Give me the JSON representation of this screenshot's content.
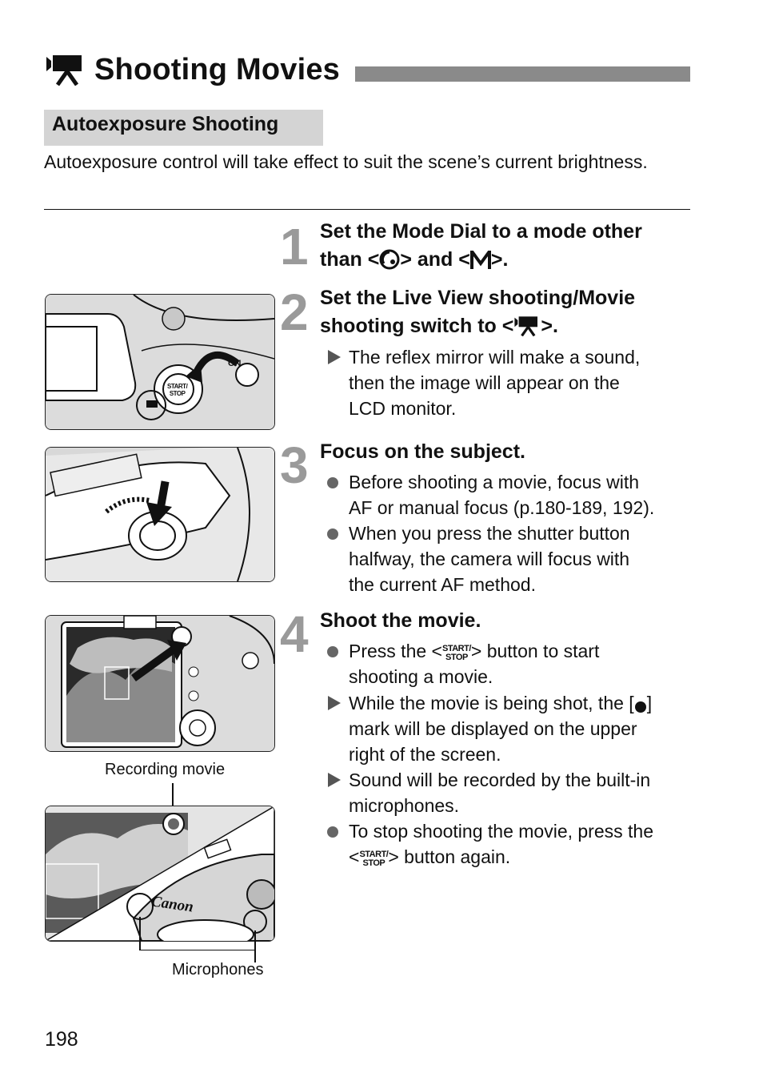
{
  "header": {
    "title": "Shooting Movies",
    "title_icon": "movie-camera-icon"
  },
  "section": {
    "heading": "Autoexposure Shooting",
    "intro": "Autoexposure control will take effect to suit the scene’s current brightness."
  },
  "steps": [
    {
      "number": "1",
      "title_line1": "Set the Mode Dial to a mode other",
      "title_pre": "than <",
      "title_mid": "> and <",
      "title_post": ">.",
      "icons": [
        "creative-auto-icon",
        "manual-mode-icon"
      ]
    },
    {
      "number": "2",
      "title_line1": "Set the Live View shooting/Movie",
      "title_line2_pre": "shooting switch to <",
      "title_line2_post": ">.",
      "bullets": [
        {
          "type": "result",
          "lines": [
            "The reflex mirror will make a sound,",
            "then the image will appear on the",
            "LCD monitor."
          ]
        }
      ]
    },
    {
      "number": "3",
      "title": "Focus on the subject.",
      "bullets": [
        {
          "type": "action",
          "lines": [
            "Before shooting a movie, focus with",
            "AF or manual focus (p.180-189, 192)."
          ]
        },
        {
          "type": "action",
          "lines": [
            "When you press the shutter button",
            "halfway, the camera will focus with",
            "the current AF method."
          ]
        }
      ]
    },
    {
      "number": "4",
      "title": "Shoot the movie.",
      "b1_pre": "Press the <",
      "b1_post": "> button to start",
      "b1_line2": "shooting a movie.",
      "b2_pre": "While the movie is being shot, the [",
      "b2_post": "]",
      "b2_line2": "mark will be displayed on the upper",
      "b2_line3": "right of the screen.",
      "b3_line1": "Sound will be recorded by the built-in",
      "b3_line2": "microphones.",
      "b4_line1": "To stop shooting the movie, press the",
      "b4_pre": "<",
      "b4_post": "> button again."
    }
  ],
  "start_stop_label": {
    "top": "START/",
    "bottom": "STOP"
  },
  "figures": {
    "switch_label_on": "ON",
    "brand": "Canon",
    "recording_caption": "Recording movie",
    "microphones_caption": "Microphones"
  },
  "page_number": "198"
}
